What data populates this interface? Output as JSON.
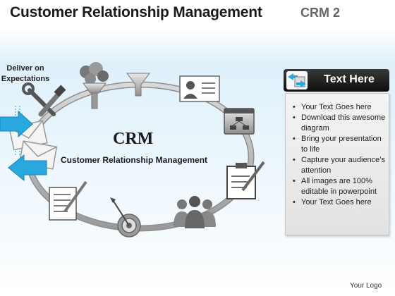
{
  "header": {
    "title": "Customer Relationship Management",
    "subtitle": "CRM 2"
  },
  "diagram": {
    "left_label": "Deliver on\nExpectations",
    "center_title": "CRM",
    "center_subtitle": "Customer Relationship Management",
    "icons": [
      "money-bags-icon",
      "funnel-icon",
      "contact-card-icon",
      "flowchart-window-icon",
      "clipboard-icon",
      "people-icon",
      "dartboard-icon",
      "checklist-icon",
      "envelope-icon",
      "tools-icon"
    ],
    "colors": {
      "ring": "#b5b5b5",
      "arrow": "#29a8e0",
      "icon_gray": "#8a8a8a"
    }
  },
  "panel": {
    "title": "Text Here",
    "items": [
      "Your Text Goes here",
      "Download this awesome diagram",
      "Bring your presentation to life",
      "Capture your audience’s attention",
      "All images are 100% editable in powerpoint",
      "Your Text Goes here"
    ]
  },
  "footer": {
    "logo_text": "Your Logo"
  }
}
